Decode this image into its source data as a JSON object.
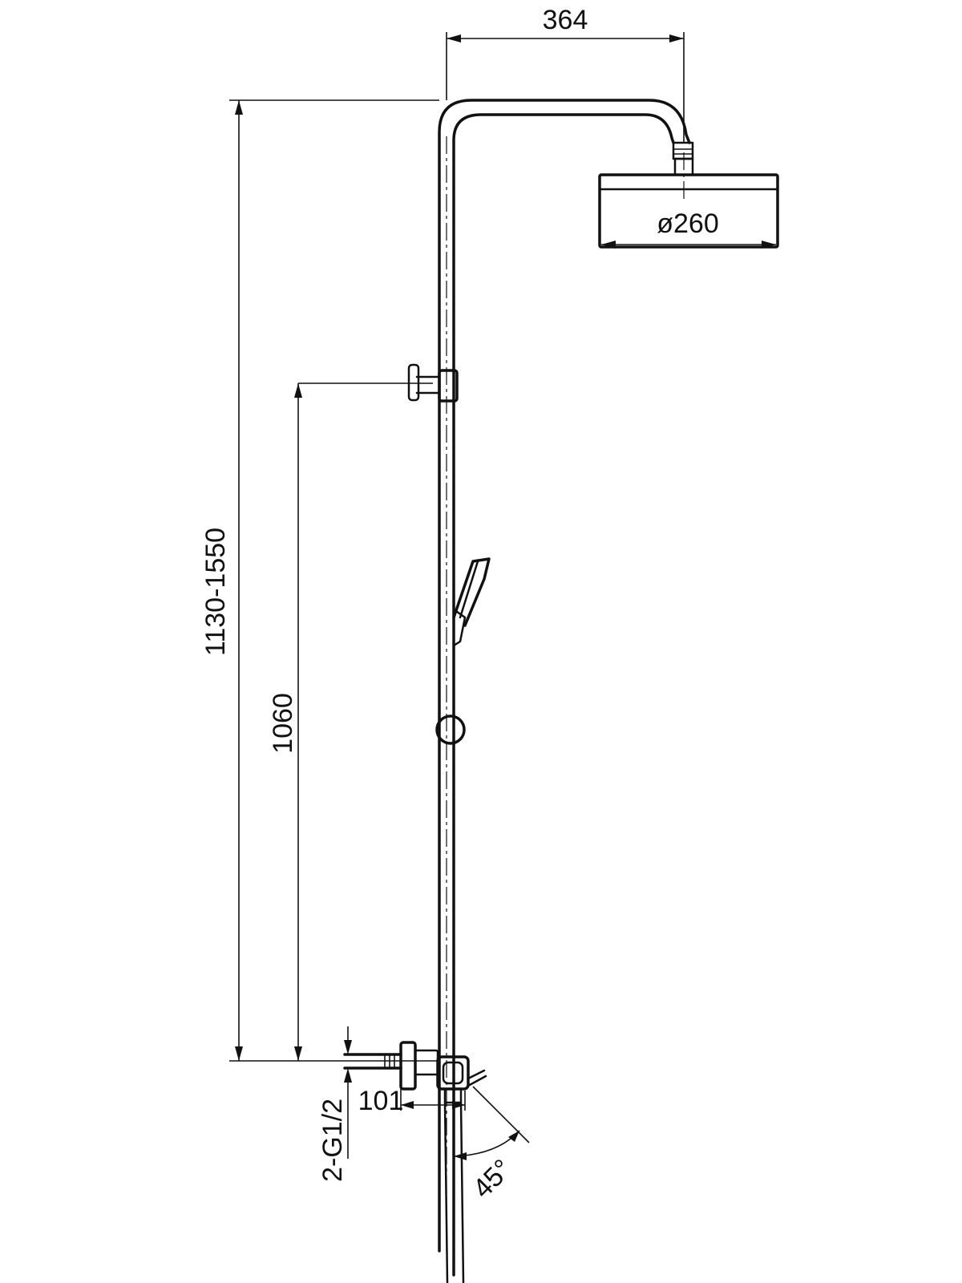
{
  "dimensions": {
    "arm_reach": "364",
    "head_diameter": "ø260",
    "total_height": "1130-1550",
    "bracket_height": "1060",
    "inlet_thread": "2-G1/2",
    "inlet_offset": "101",
    "lever_angle": "45°"
  }
}
